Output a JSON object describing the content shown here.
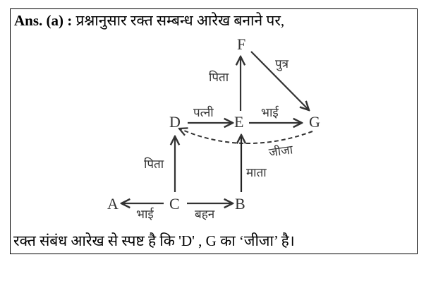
{
  "answer": {
    "prefix": "Ans. (a) :",
    "intro": " प्रश्नानुसार रक्त सम्बन्ध आरेख बनाने पर,",
    "conclusion": "रक्त संबंध आरेख से स्पष्ट है कि 'D' , G का ‘जीजा’ है।"
  },
  "diagram": {
    "nodes": {
      "A": "A",
      "B": "B",
      "C": "C",
      "D": "D",
      "E": "E",
      "F": "F",
      "G": "G"
    },
    "relations": {
      "E_to_F": "पिता",
      "F_to_G": "पुत्र",
      "D_to_E": "पत्नी",
      "E_to_G": "भाई",
      "G_to_D": "जीजा",
      "C_to_D": "पिता",
      "B_to_E": "माता",
      "C_to_A": "भाई",
      "C_to_B": "बहन"
    },
    "line_color": "#333333"
  }
}
